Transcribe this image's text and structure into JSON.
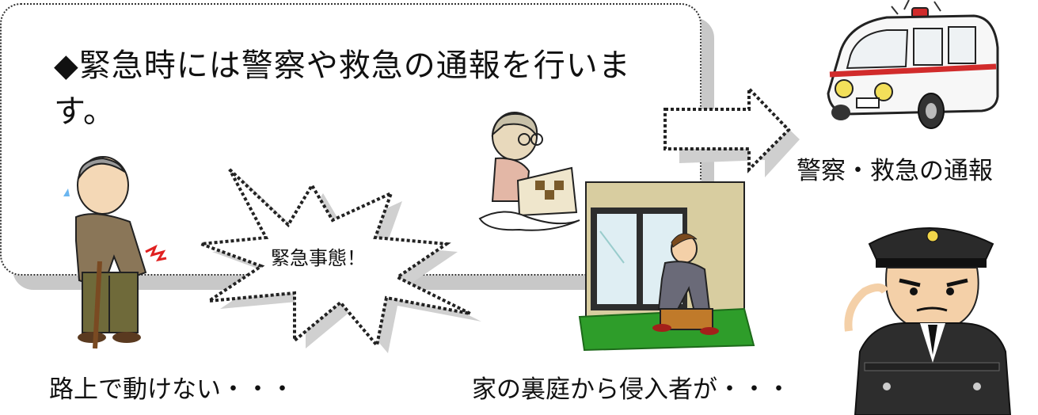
{
  "headline": "◆緊急時には警察や救急の通報を行います。",
  "burst_text": "緊急事態！",
  "caption_notify": "警察・救急の通報",
  "caption_elder": "路上で動けない・・・",
  "caption_intruder": "家の裏庭から侵入者が・・・",
  "colors": {
    "shadow": "#c8c8c8",
    "grass": "#2e9d2a",
    "wall": "#d8cda0",
    "ambulance_stripe": "#d12b2b"
  }
}
